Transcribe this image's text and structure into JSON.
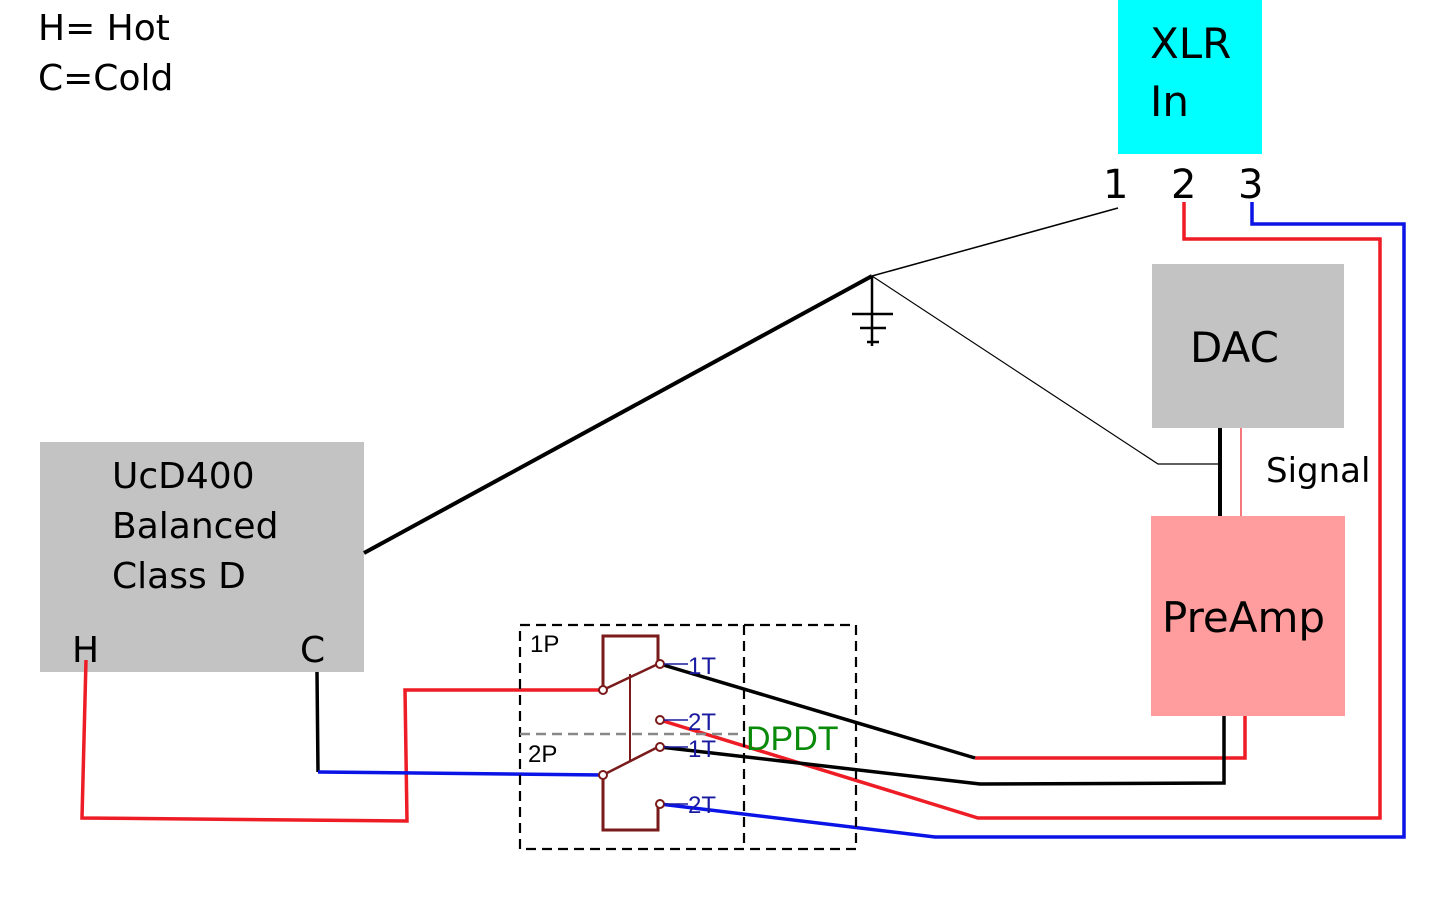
{
  "legend": {
    "hot": "H= Hot",
    "cold": "C=Cold"
  },
  "xlr": {
    "line1": "XLR",
    "line2": "In",
    "pin1": "1",
    "pin2": "2",
    "pin3": "3"
  },
  "dac": {
    "label": "DAC"
  },
  "signal": {
    "label": "Signal"
  },
  "preamp": {
    "label": "PreAmp"
  },
  "ucd": {
    "line1": "UcD400",
    "line2": "Balanced",
    "line3": "Class D",
    "hot_terminal": "H",
    "cold_terminal": "C"
  },
  "switch": {
    "pole1": "1P",
    "pole2": "2P",
    "throw_1t_a": "1T",
    "throw_2t_a": "2T",
    "throw_1t_b": "1T",
    "throw_2t_b": "2T",
    "type": "DPDT"
  },
  "colors": {
    "hot_wire": "#ee1c24",
    "cold_wire": "#0a14e6",
    "ground_wire": "#000000",
    "xlr_box": "#00ffff",
    "component_box": "#c3c3c3",
    "preamp_box": "#fe9c9e",
    "switch_body": "#7a1a1a",
    "throw_label": "#1a1aa0",
    "dpdt_label": "#0a8a0a"
  }
}
